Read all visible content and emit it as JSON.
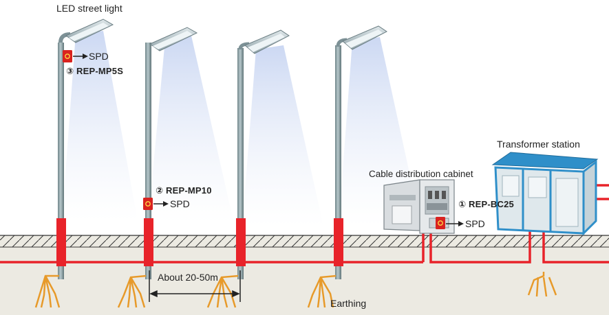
{
  "labels": {
    "led_street_light": "LED street light",
    "transformer_station": "Transformer station",
    "cable_distribution_cabinet": "Cable distribution cabinet",
    "distance": "About 20-50m",
    "earthing": "Earthing"
  },
  "devices": [
    {
      "number": "③",
      "model": "REP-MP5S",
      "spd_label": "SPD"
    },
    {
      "number": "②",
      "model": "REP-MP10",
      "spd_label": "SPD"
    },
    {
      "number": "①",
      "model": "REP-BC25",
      "spd_label": "SPD"
    }
  ],
  "colors": {
    "cable": "#e8232a",
    "earth_wire": "#e79a2a",
    "ground": "#eceae2",
    "pole": "#8fa3a8",
    "spd_box": "#d9221f",
    "transformer_roof": "#2f8fc9"
  }
}
